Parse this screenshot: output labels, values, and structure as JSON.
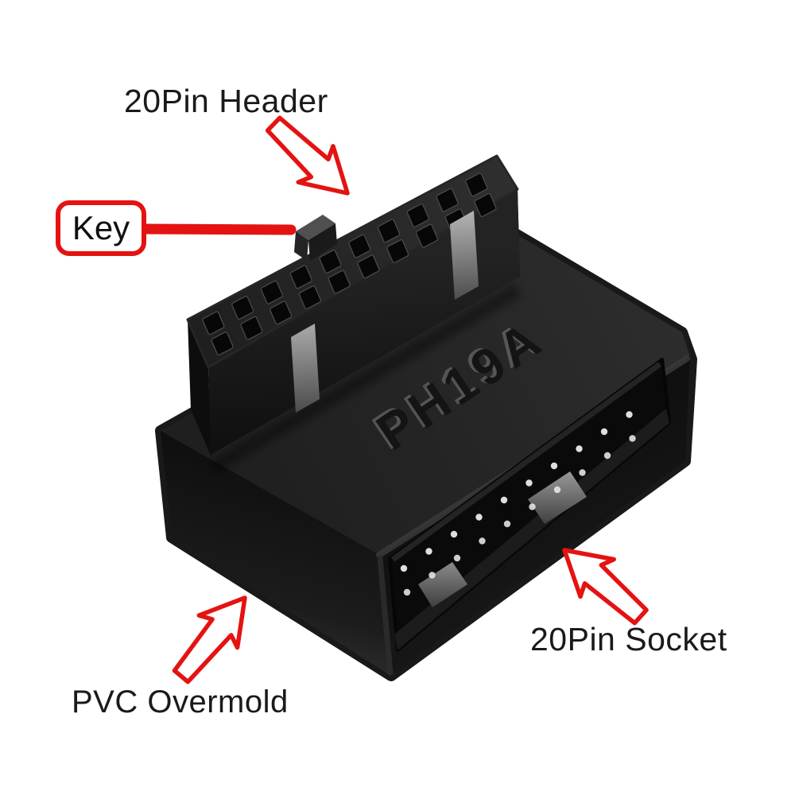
{
  "figure": {
    "background_color": "#ffffff",
    "description_visible_text_only": true
  },
  "product": {
    "model_text": "PH19A",
    "plastic_color": "#1c1c1c",
    "header": {
      "hole_rows": 2,
      "hole_columns": 10
    },
    "socket": {
      "pin_rows": 2,
      "pin_columns": 10
    }
  },
  "annotations": {
    "red": "#e41312",
    "text_color": "#1a1a1a",
    "header_label": "20Pin Header",
    "key_label": "Key",
    "socket_label": "20Pin Socket",
    "overmold_label": "PVC Overmold"
  }
}
